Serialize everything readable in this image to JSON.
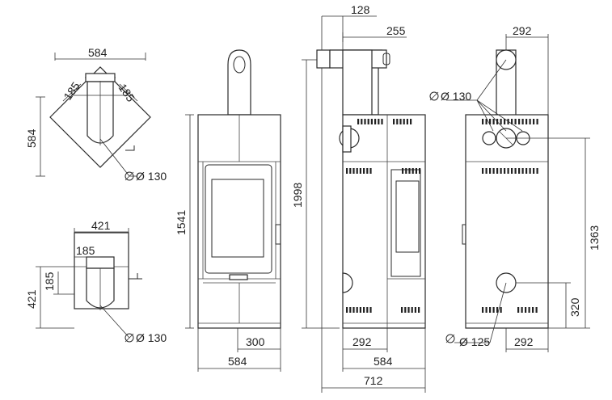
{
  "dimensions": {
    "corner_width": "584",
    "corner_depth": "584",
    "corner_offset_left": "185",
    "corner_offset_right": "185",
    "corner_flue_diameter": "Ø 130",
    "flat_width": "421",
    "flat_offset": "185",
    "flat_depth": "421",
    "flat_offset_vertical": "185",
    "flat_flue_diameter": "Ø 130",
    "front_height": "1541",
    "front_offset": "300",
    "front_width": "584",
    "side_top_offset": "128",
    "side_pipe_length": "255",
    "side_total_height": "1998",
    "side_bottom_offset": "292",
    "side_width": "584",
    "side_total_width": "712",
    "rear_top_offset": "292",
    "rear_top_flue_diameter": "Ø 130",
    "rear_outlet_height": "1363",
    "rear_bottom_outlet_height": "320",
    "rear_bottom_flue_diameter": "Ø 125",
    "rear_bottom_offset": "292"
  }
}
